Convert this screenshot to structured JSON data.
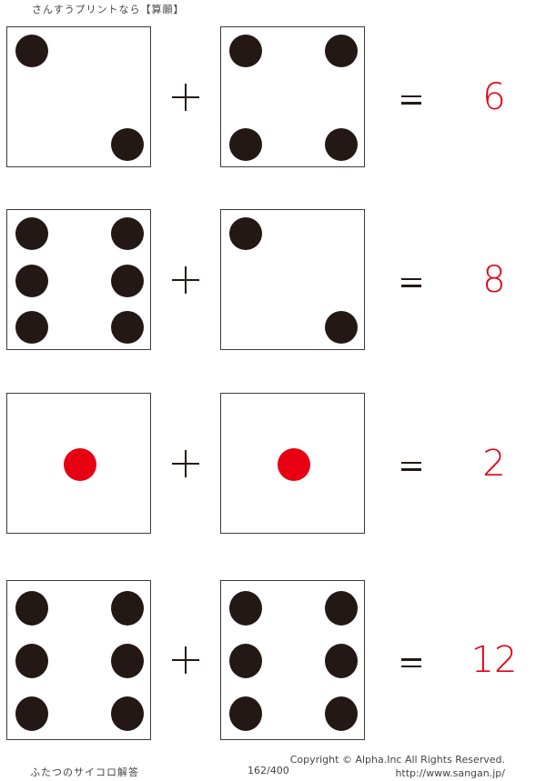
{
  "header": {
    "title": "さんすうプリントなら【算願】"
  },
  "colors": {
    "pip": "#231815",
    "highlight_pip": "#e60012",
    "answer": "#e60012",
    "border": "#3e3a39"
  },
  "problems": [
    {
      "left_die": 2,
      "right_die": 4,
      "operator": "+",
      "equals": "=",
      "answer": "6"
    },
    {
      "left_die": 6,
      "right_die": 2,
      "operator": "+",
      "equals": "=",
      "answer": "8"
    },
    {
      "left_die": 1,
      "right_die": 1,
      "operator": "+",
      "equals": "=",
      "answer": "2"
    },
    {
      "left_die": 6,
      "right_die": 6,
      "operator": "+",
      "equals": "=",
      "answer": "12"
    }
  ],
  "footer": {
    "worksheet_title": "ふたつのサイコロ解答",
    "page": "162/400",
    "copyright": "Copyright ©  Alpha.Inc All Rights Reserved.",
    "url": "http://www.sangan.jp/"
  }
}
